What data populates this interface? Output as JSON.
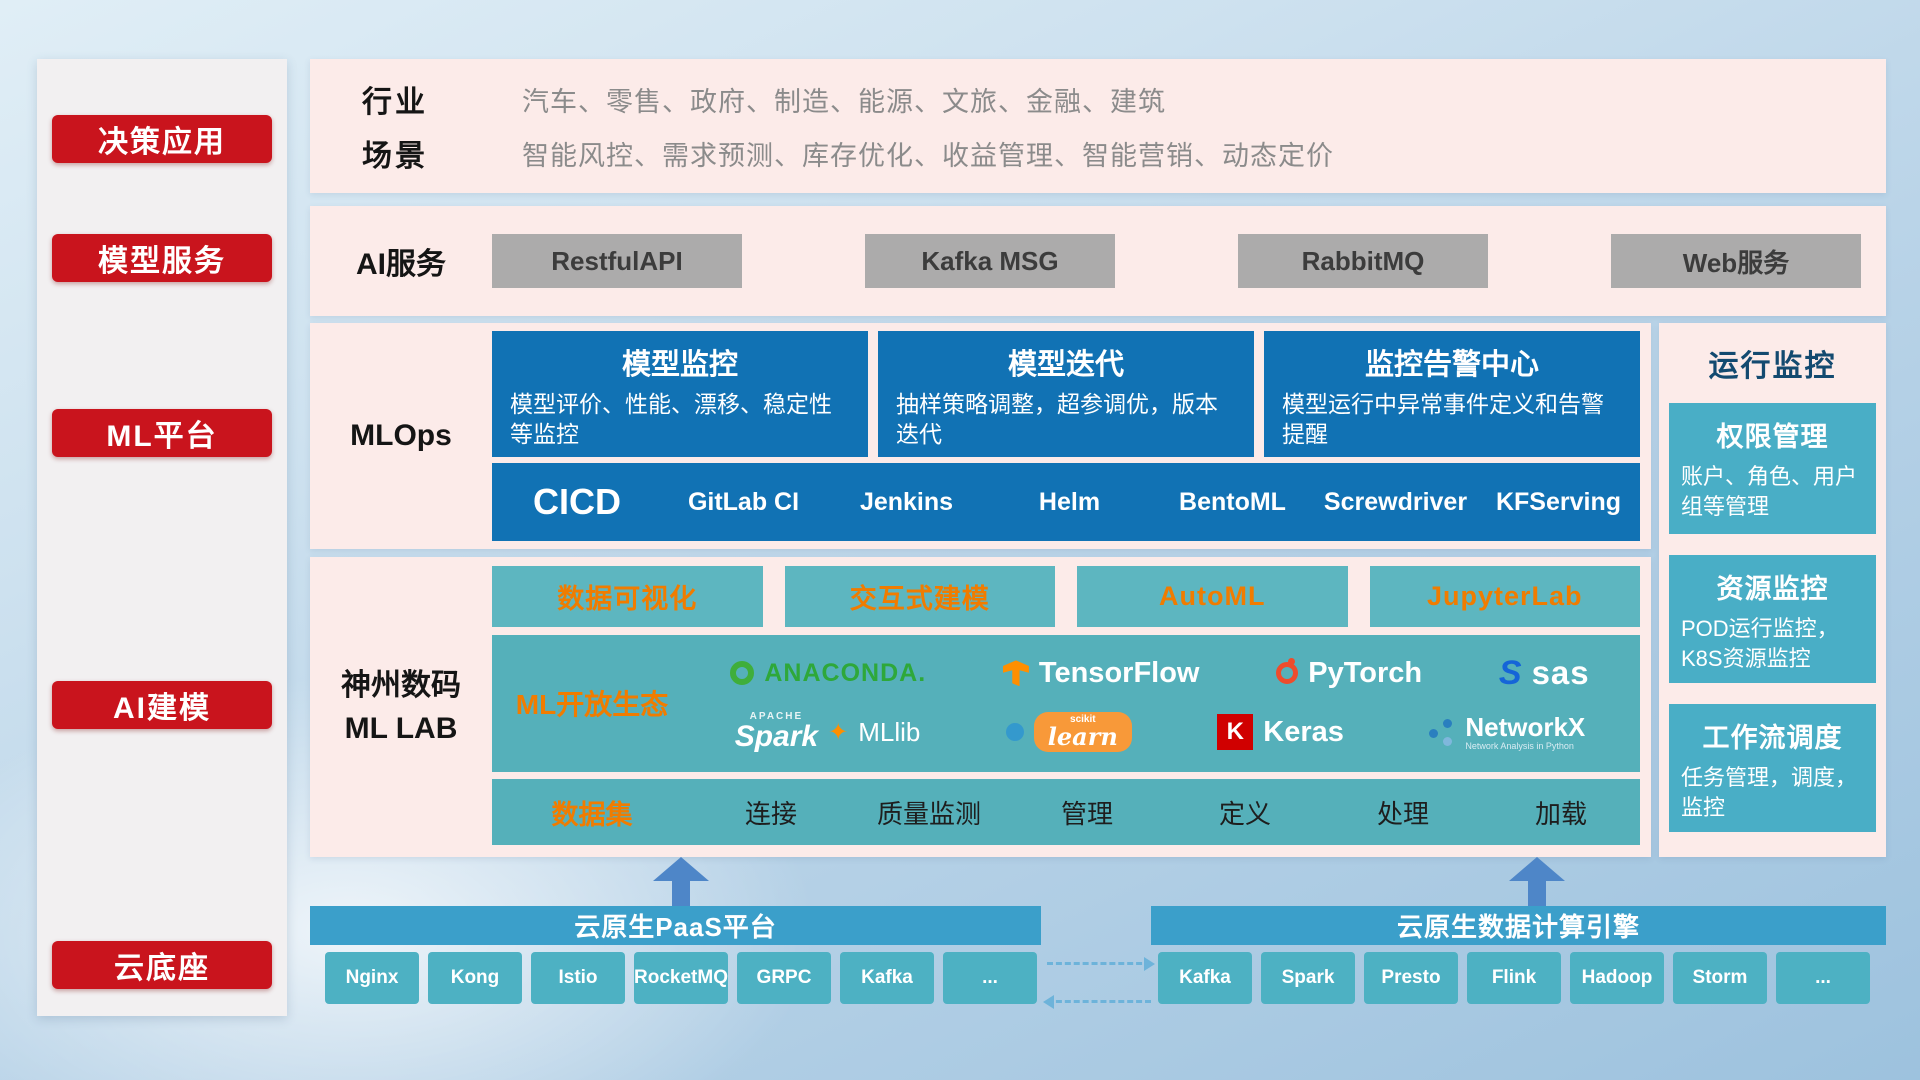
{
  "sidebar": {
    "items": [
      {
        "label": "决策应用"
      },
      {
        "label": "模型服务"
      },
      {
        "label": "ML平台"
      },
      {
        "label": "AI建模"
      },
      {
        "label": "云底座"
      }
    ]
  },
  "industry_band": {
    "row1_label": "行业",
    "row1_text": "汽车、零售、政府、制造、能源、文旅、金融、建筑",
    "row2_label": "场景",
    "row2_text": "智能风控、需求预测、库存优化、收益管理、智能营销、动态定价"
  },
  "ai_service_band": {
    "label": "AI服务",
    "services": [
      "RestfulAPI",
      "Kafka MSG",
      "RabbitMQ",
      "Web服务"
    ]
  },
  "mlops_band": {
    "label": "MLOps",
    "cards": [
      {
        "title": "模型监控",
        "desc": "模型评价、性能、漂移、稳定性等监控"
      },
      {
        "title": "模型迭代",
        "desc": "抽样策略调整，超参调优，版本迭代"
      },
      {
        "title": "监控告警中心",
        "desc": "模型运行中异常事件定义和告警提醒"
      }
    ],
    "cicd": {
      "label": "CICD",
      "items": [
        "GitLab CI",
        "Jenkins",
        "Helm",
        "BentoML",
        "Screwdriver",
        "KFServing"
      ]
    }
  },
  "mllab_band": {
    "label_line1": "神州数码",
    "label_line2": "ML LAB",
    "tools": [
      "数据可视化",
      "交互式建模",
      "AutoML",
      "JupyterLab"
    ],
    "ecosystem": {
      "label": "ML开放生态",
      "logos": {
        "anaconda": "ANACONDA.",
        "tensorflow": "TensorFlow",
        "pytorch": "PyTorch",
        "sas_s": "S",
        "sas": "sas",
        "spark_small": "APACHE",
        "spark": "Spark",
        "spark_star": "✦",
        "mllib": "MLlib",
        "scikit_small": "scikit",
        "scikit": "learn",
        "keras_k": "K",
        "keras": "Keras",
        "networkx": "NetworkX",
        "networkx_sub": "Network Analysis in Python"
      }
    },
    "dataset": {
      "label": "数据集",
      "items": [
        "连接",
        "质量监测",
        "管理",
        "定义",
        "处理",
        "加载"
      ]
    }
  },
  "monitor_column": {
    "title": "运行监控",
    "cards": [
      {
        "title": "权限管理",
        "desc": "账户、角色、用户组等管理"
      },
      {
        "title": "资源监控",
        "desc": "POD运行监控，K8S资源监控"
      },
      {
        "title": "工作流调度",
        "desc": "任务管理，调度，监控"
      }
    ]
  },
  "foundation": {
    "paas": {
      "title": "云原生PaaS平台",
      "items": [
        "Nginx",
        "Kong",
        "Istio",
        "RocketMQ",
        "GRPC",
        "Kafka",
        "..."
      ]
    },
    "engine": {
      "title": "云原生数据计算引擎",
      "items": [
        "Kafka",
        "Spark",
        "Presto",
        "Flink",
        "Hadoop",
        "Storm",
        "..."
      ]
    }
  },
  "colors": {
    "red": "#c9141d",
    "blue": "#1172b4",
    "teal": "#55b0ba",
    "teal_card": "#49aec6",
    "orange": "#f07c00",
    "band_pink": "#fcebe9",
    "gray_button": "#acabab",
    "bar_blue": "#3b9fca"
  }
}
